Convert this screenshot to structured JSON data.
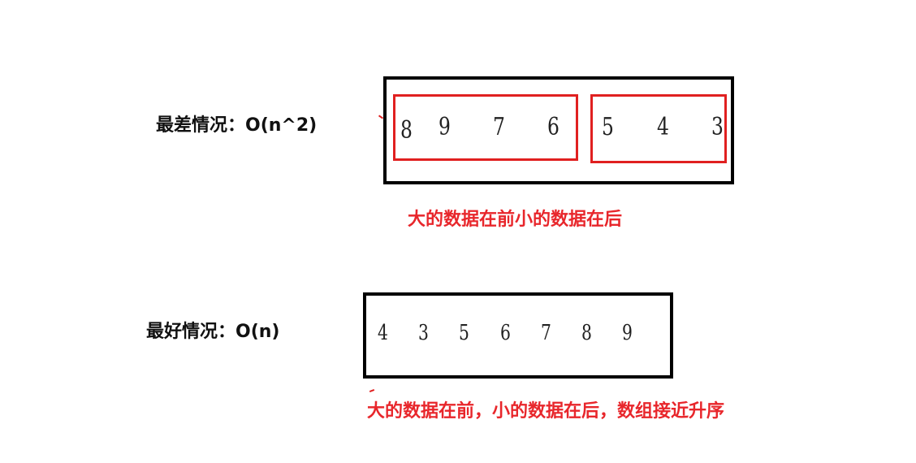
{
  "worst_case": {
    "label": "最差情况：O(n^2)",
    "left_group": [
      "8",
      "9",
      "7",
      "6"
    ],
    "right_group": [
      "5",
      "4",
      "3"
    ],
    "caption": "大的数据在前小的数据在后"
  },
  "best_case": {
    "label": "最好情况：O(n)",
    "sequence": [
      "4",
      "3",
      "5",
      "6",
      "7",
      "8",
      "9"
    ],
    "caption": "大的数据在前，小的数据在后，数组接近升序"
  },
  "colors": {
    "accent": "#e8262b",
    "box_border": "#000000",
    "text": "#111111"
  }
}
